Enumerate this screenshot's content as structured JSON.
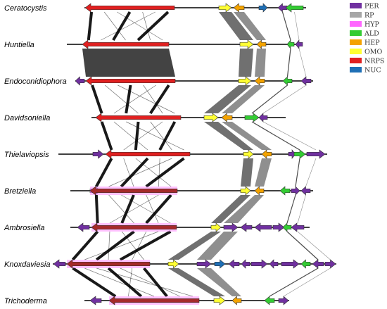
{
  "legend": {
    "items": [
      {
        "code": "PER",
        "color": "#7030a0"
      },
      {
        "code": "RP",
        "color": "#a6a6a6"
      },
      {
        "code": "HYP",
        "color": "#ff66ff"
      },
      {
        "code": "ALD",
        "color": "#33cc33"
      },
      {
        "code": "HEP",
        "color": "#f4a300"
      },
      {
        "code": "OMO",
        "color": "#ffff33"
      },
      {
        "code": "NRPS",
        "color": "#e02020"
      },
      {
        "code": "NUC",
        "color": "#1f6fb5"
      }
    ]
  },
  "tracks": [
    {
      "genus": "Ceratocystis",
      "genes": [
        {
          "cat": "NRPS",
          "dir": "left"
        },
        {
          "cat": "OMO",
          "dir": "right"
        },
        {
          "cat": "HEP",
          "dir": "left"
        },
        {
          "cat": "NUC",
          "dir": "right"
        },
        {
          "cat": "PER",
          "dir": "left"
        },
        {
          "cat": "ALD",
          "dir": "left"
        }
      ]
    },
    {
      "genus": "Huntiella",
      "genes": [
        {
          "cat": "NRPS",
          "dir": "left"
        },
        {
          "cat": "OMO",
          "dir": "right"
        },
        {
          "cat": "HEP",
          "dir": "left"
        },
        {
          "cat": "ALD",
          "dir": "left"
        },
        {
          "cat": "PER",
          "dir": "left"
        }
      ]
    },
    {
      "genus": "Endoconidiophora",
      "genes": [
        {
          "cat": "PER",
          "dir": "left"
        },
        {
          "cat": "NRPS",
          "dir": "left"
        },
        {
          "cat": "OMO",
          "dir": "right"
        },
        {
          "cat": "HEP",
          "dir": "left"
        },
        {
          "cat": "ALD",
          "dir": "left"
        },
        {
          "cat": "PER",
          "dir": "left"
        }
      ]
    },
    {
      "genus": "Davidsoniella",
      "genes": [
        {
          "cat": "NRPS",
          "dir": "left"
        },
        {
          "cat": "OMO",
          "dir": "right"
        },
        {
          "cat": "HEP",
          "dir": "left"
        },
        {
          "cat": "ALD",
          "dir": "right"
        },
        {
          "cat": "PER",
          "dir": "left"
        }
      ]
    },
    {
      "genus": "Thielaviopsis",
      "genes": [
        {
          "cat": "PER",
          "dir": "right"
        },
        {
          "cat": "NRPS",
          "dir": "left"
        },
        {
          "cat": "OMO",
          "dir": "right"
        },
        {
          "cat": "HEP",
          "dir": "left"
        },
        {
          "cat": "PER",
          "dir": "right"
        },
        {
          "cat": "ALD",
          "dir": "right"
        },
        {
          "cat": "PER",
          "dir": "right"
        }
      ]
    },
    {
      "genus": "Bretziella",
      "genes": [
        {
          "cat": "PER",
          "dir": "right"
        },
        {
          "cat": "NRPS",
          "dir": "left"
        },
        {
          "cat": "OMO",
          "dir": "right"
        },
        {
          "cat": "HEP",
          "dir": "left"
        },
        {
          "cat": "ALD",
          "dir": "left"
        },
        {
          "cat": "PER",
          "dir": "right"
        },
        {
          "cat": "PER",
          "dir": "left"
        }
      ]
    },
    {
      "genus": "Ambrosiella",
      "genes": [
        {
          "cat": "PER",
          "dir": "left"
        },
        {
          "cat": "NRPS",
          "dir": "left"
        },
        {
          "cat": "OMO",
          "dir": "right"
        },
        {
          "cat": "PER",
          "dir": "right"
        },
        {
          "cat": "PER",
          "dir": "left"
        },
        {
          "cat": "PER",
          "dir": "left"
        },
        {
          "cat": "PER",
          "dir": "right"
        },
        {
          "cat": "ALD",
          "dir": "left"
        },
        {
          "cat": "PER",
          "dir": "left"
        }
      ]
    },
    {
      "genus": "Knoxdaviesia",
      "genes": [
        {
          "cat": "PER",
          "dir": "left"
        },
        {
          "cat": "NRPS",
          "dir": "left"
        },
        {
          "cat": "OMO",
          "dir": "right"
        },
        {
          "cat": "PER",
          "dir": "right"
        },
        {
          "cat": "NUC",
          "dir": "right"
        },
        {
          "cat": "PER",
          "dir": "left"
        },
        {
          "cat": "PER",
          "dir": "left"
        },
        {
          "cat": "PER",
          "dir": "right"
        },
        {
          "cat": "PER",
          "dir": "left"
        },
        {
          "cat": "PER",
          "dir": "right"
        },
        {
          "cat": "ALD",
          "dir": "left"
        },
        {
          "cat": "PER",
          "dir": "left"
        },
        {
          "cat": "PER",
          "dir": "right"
        }
      ]
    },
    {
      "genus": "Trichoderma",
      "genes": [
        {
          "cat": "PER",
          "dir": "left"
        },
        {
          "cat": "NRPS",
          "dir": "left"
        },
        {
          "cat": "OMO",
          "dir": "right"
        },
        {
          "cat": "HEP",
          "dir": "left"
        },
        {
          "cat": "ALD",
          "dir": "left"
        },
        {
          "cat": "PER",
          "dir": "right"
        }
      ]
    }
  ]
}
